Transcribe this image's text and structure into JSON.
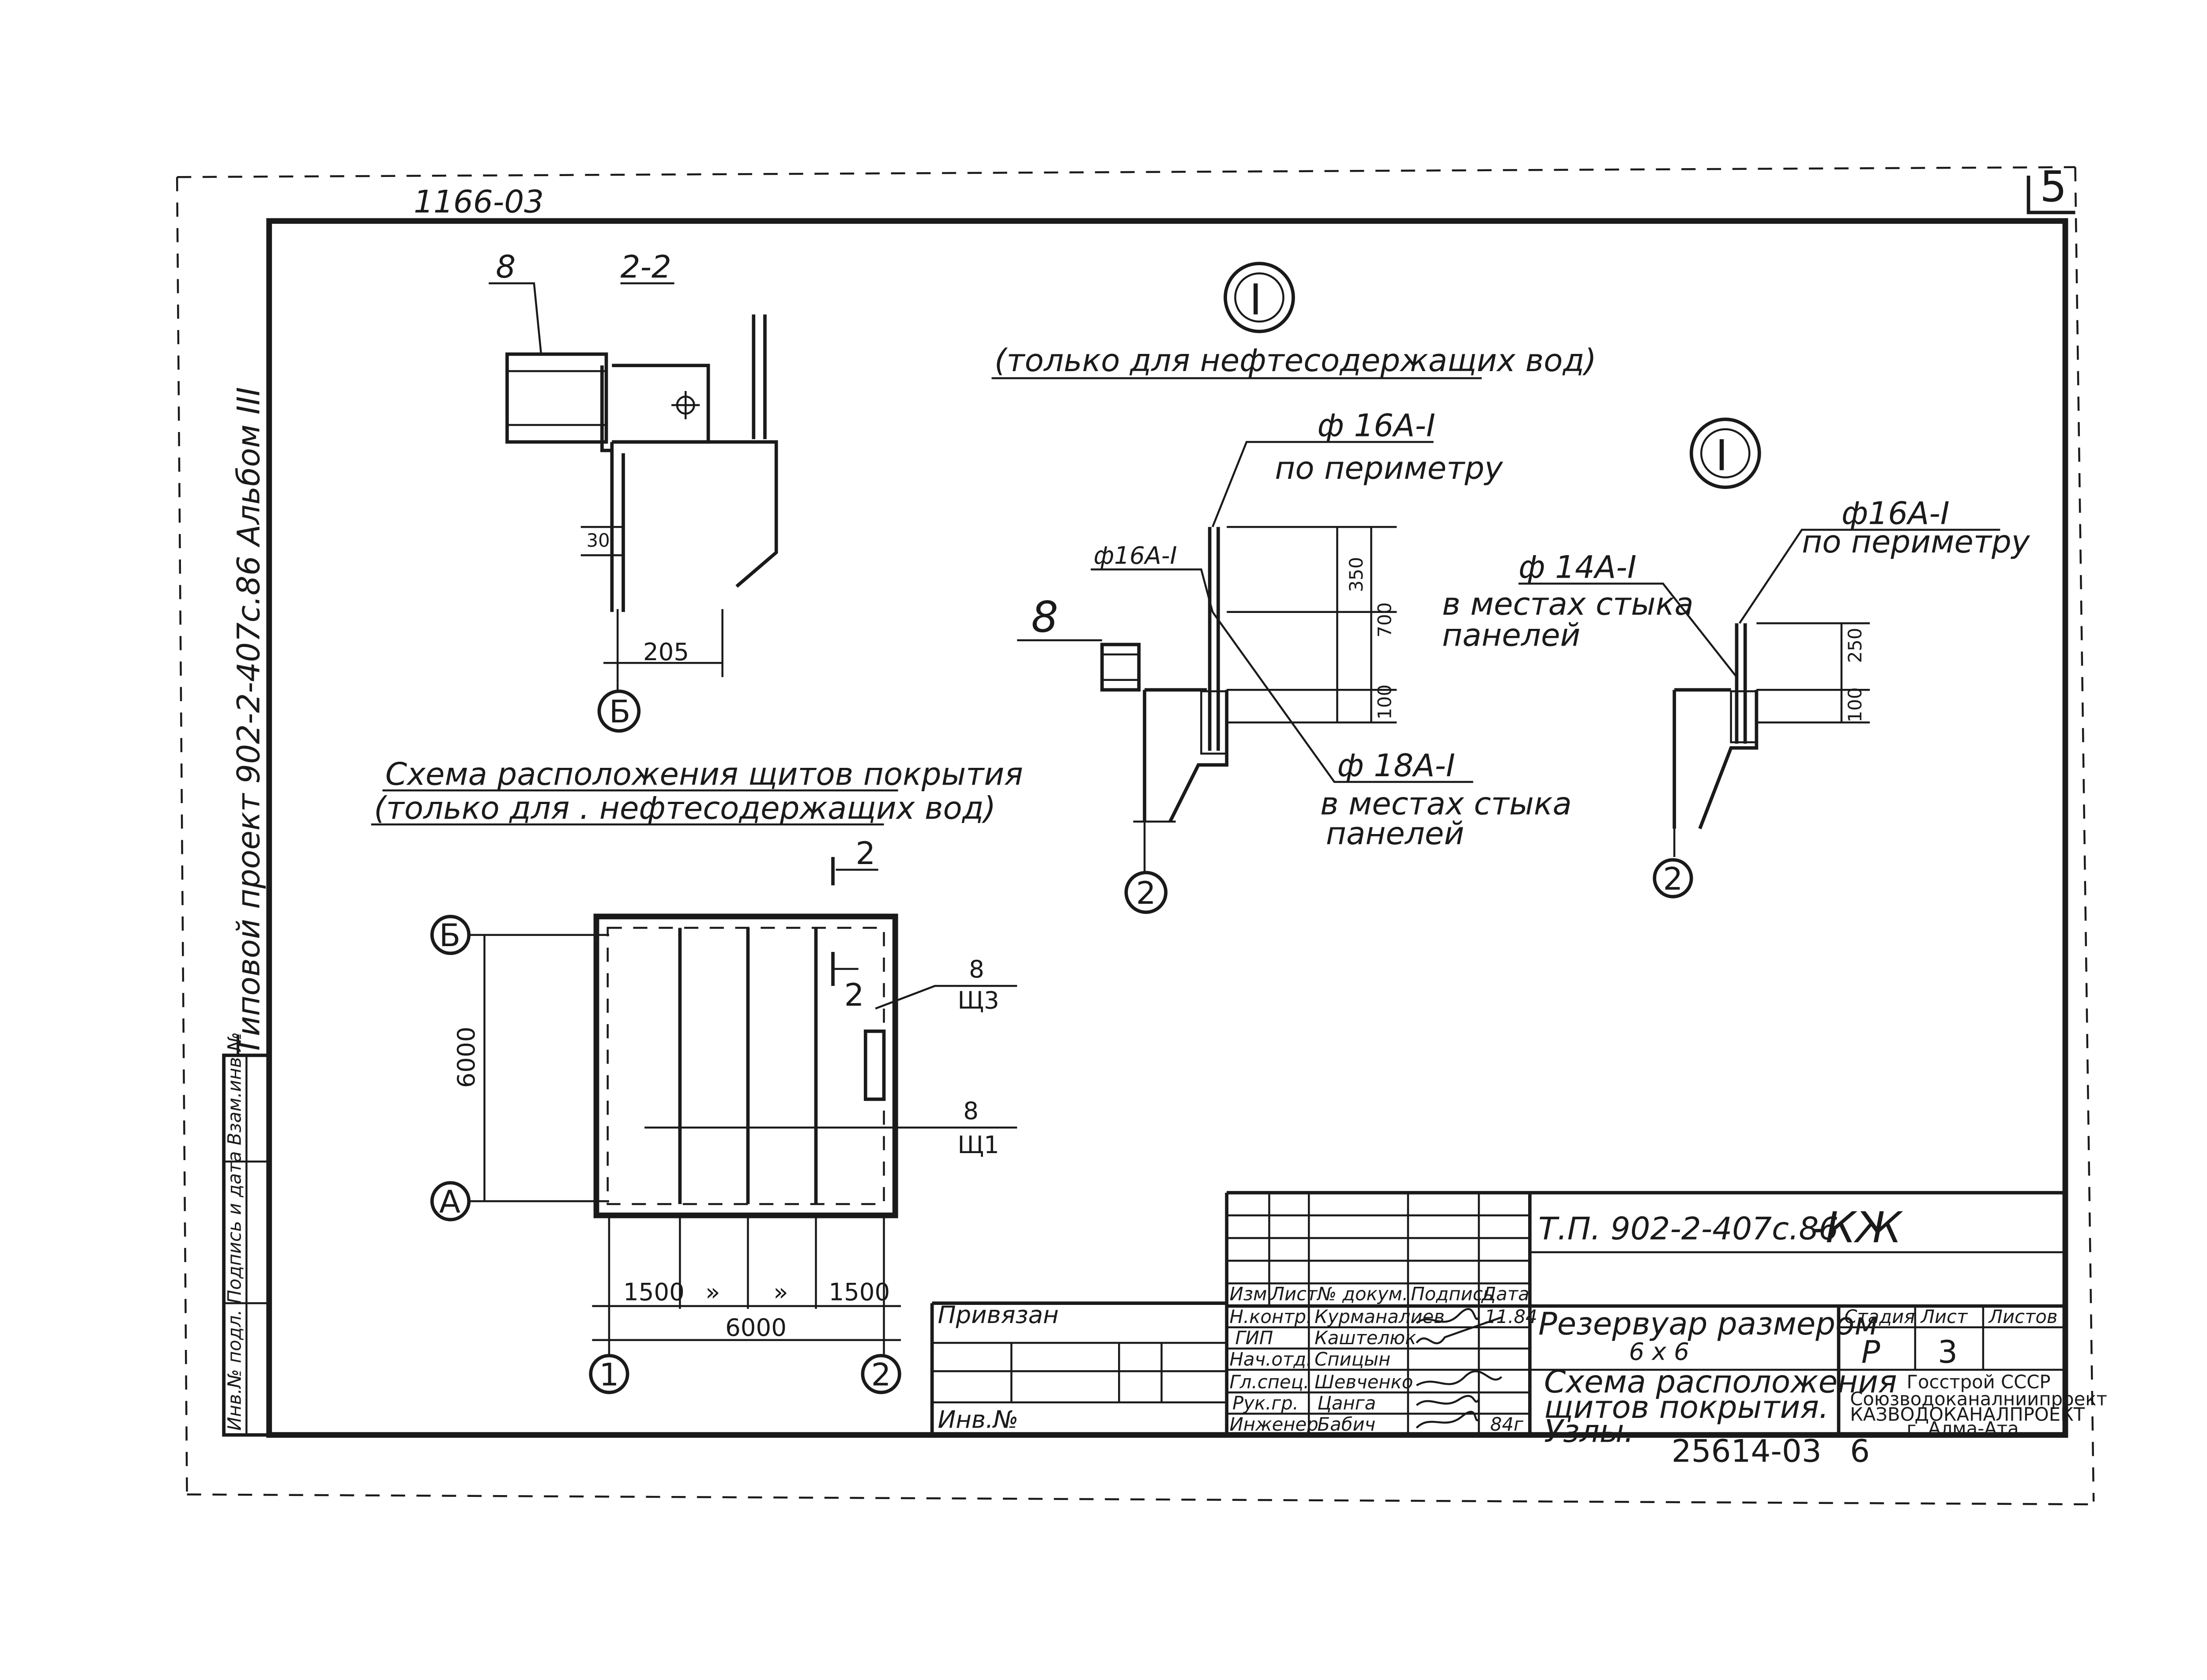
{
  "sheet": {
    "page_number": "5",
    "archive_number": "1166-03",
    "album_vertical": "Типовой проект  902-2-407с.86   Альбом III",
    "left_stamp": "Инв.№ подл. Подпись и дата Взам.инв.№"
  },
  "section_2_2": {
    "title": "2-2",
    "leader_label": "8",
    "dim_30": "30",
    "dim_205": "205",
    "axis": "Б"
  },
  "node_group": {
    "node_mark": "I",
    "caption": "(только для нефтесодержащих вод)"
  },
  "node_a": {
    "callout_top_1": "ф 16А-I",
    "callout_top_2": "по периметру",
    "callout_left": "ф16А-I",
    "panel_label": "8",
    "dim_350": "350",
    "dim_700": "700",
    "dim_100": "100",
    "callout_bottom_1": "ф 18А-I",
    "callout_bottom_2": "в местах стыка",
    "callout_bottom_3": "панелей",
    "axis": "2"
  },
  "node_b": {
    "node_mark": "I",
    "callout_top_1": "ф16А-I",
    "callout_top_2": "по периметру",
    "callout_mid_1": "ф 14А-I",
    "callout_mid_2": "в местах стыка",
    "callout_mid_3": "панелей",
    "dim_250": "250",
    "dim_100": "100",
    "axis": "2"
  },
  "plan": {
    "title_1": "Схема расположения щитов покрытия",
    "title_2": "(только для . нефтесодержащих вод)",
    "section_mark": "2",
    "section_mark_right": "2",
    "axis_b": "Б",
    "axis_a": "А",
    "axis_1": "1",
    "axis_2": "2",
    "dim_height": "6000",
    "dim_1500_left": "1500",
    "dim_1500_right": "1500",
    "dim_ditto": "»",
    "dim_total": "6000",
    "mark_shch3_top": "8",
    "mark_shch3_bottom": "Щ3",
    "mark_shch1_top": "8",
    "mark_shch1_bottom": "Щ1"
  },
  "title_block": {
    "doc_code": "Т.П. 902-2-407с.86",
    "doc_suffix": "-КЖ",
    "header": [
      "Изм",
      "Лист",
      "№ докум.",
      "Подпись",
      "Дата"
    ],
    "roles": [
      {
        "role": "Н.контр.",
        "name": "Курманалиев",
        "date": "11.84"
      },
      {
        "role": "ГИП",
        "name": "Каштелюк",
        "date": ""
      },
      {
        "role": "Нач.отд.",
        "name": "Спицын",
        "date": ""
      },
      {
        "role": "Гл.спец.",
        "name": "Шевченко",
        "date": ""
      },
      {
        "role": "Рук.гр.",
        "name": "Цанга",
        "date": ""
      },
      {
        "role": "Инженер",
        "name": "Бабич",
        "date": "84г"
      }
    ],
    "privyazan": "Привязан",
    "inv": "Инв.№",
    "object_1": "Резервуар размером",
    "object_2": "6 х 6",
    "sheet_title_1": "Схема расположения",
    "sheet_title_2": "щитов покрытия.",
    "sheet_title_3": "Узлы.",
    "stage_label": "Стадия",
    "sheet_label": "Лист",
    "sheets_label": "Листов",
    "stage": "Р",
    "sheet_no": "3",
    "org_1": "Госстрой СССР",
    "org_2": "Союзводоканалниипроект",
    "org_3": "КАЗВОДОКАНАЛПРОЕКТ",
    "org_4": "г. Алма-Ата",
    "bottom_number": "25614-03",
    "bottom_sheet": "6"
  }
}
